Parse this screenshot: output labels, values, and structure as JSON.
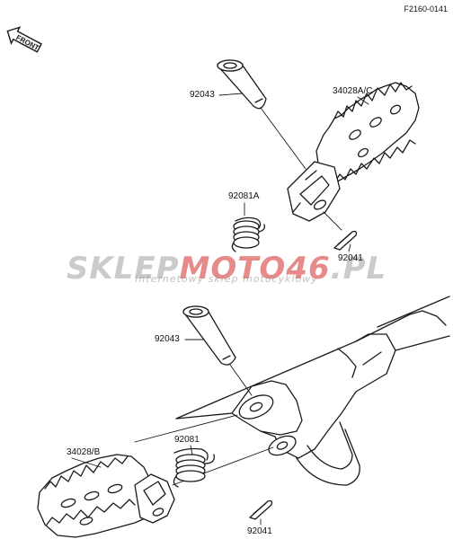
{
  "figure_code": "F2160-0141",
  "front_label": "FRONT",
  "parts": {
    "pin_upper": "92043",
    "footpeg_upper": "34028A/C",
    "spring_upper": "92081A",
    "cotter_upper": "92041",
    "pin_lower": "92043",
    "footpeg_lower": "34028/B",
    "spring_lower": "92081",
    "cotter_lower": "92041"
  },
  "watermark": {
    "brand_a": "SKLEP",
    "brand_b": "MOTO46",
    "brand_c": ".PL",
    "tagline": "internetowy sklep motocyklowy"
  },
  "colors": {
    "line": "#1a1a1a",
    "watermark_gray": "#a0a0a0",
    "watermark_red": "#d63c3c"
  }
}
